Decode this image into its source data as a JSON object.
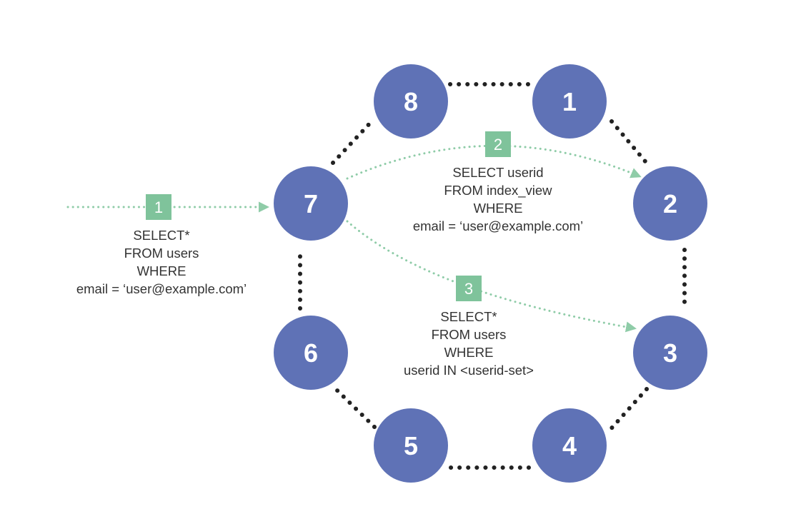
{
  "colors": {
    "node_fill": "#5f72b6",
    "ring_dots": "#222222",
    "step_fill": "#7fc39b",
    "arrow": "#8fcca8",
    "text": "#333333"
  },
  "nodes": [
    {
      "label": "8"
    },
    {
      "label": "1"
    },
    {
      "label": "2"
    },
    {
      "label": "3"
    },
    {
      "label": "4"
    },
    {
      "label": "5"
    },
    {
      "label": "6"
    },
    {
      "label": "7"
    }
  ],
  "steps": [
    {
      "label": "1",
      "query": [
        "SELECT*",
        "FROM users",
        "WHERE",
        "email = ‘user@example.com’"
      ]
    },
    {
      "label": "2",
      "query": [
        "SELECT userid",
        "FROM index_view",
        "WHERE",
        "email = ‘user@example.com’"
      ]
    },
    {
      "label": "3",
      "query": [
        "SELECT*",
        "FROM users",
        "WHERE",
        "userid IN <userid-set>"
      ]
    }
  ]
}
